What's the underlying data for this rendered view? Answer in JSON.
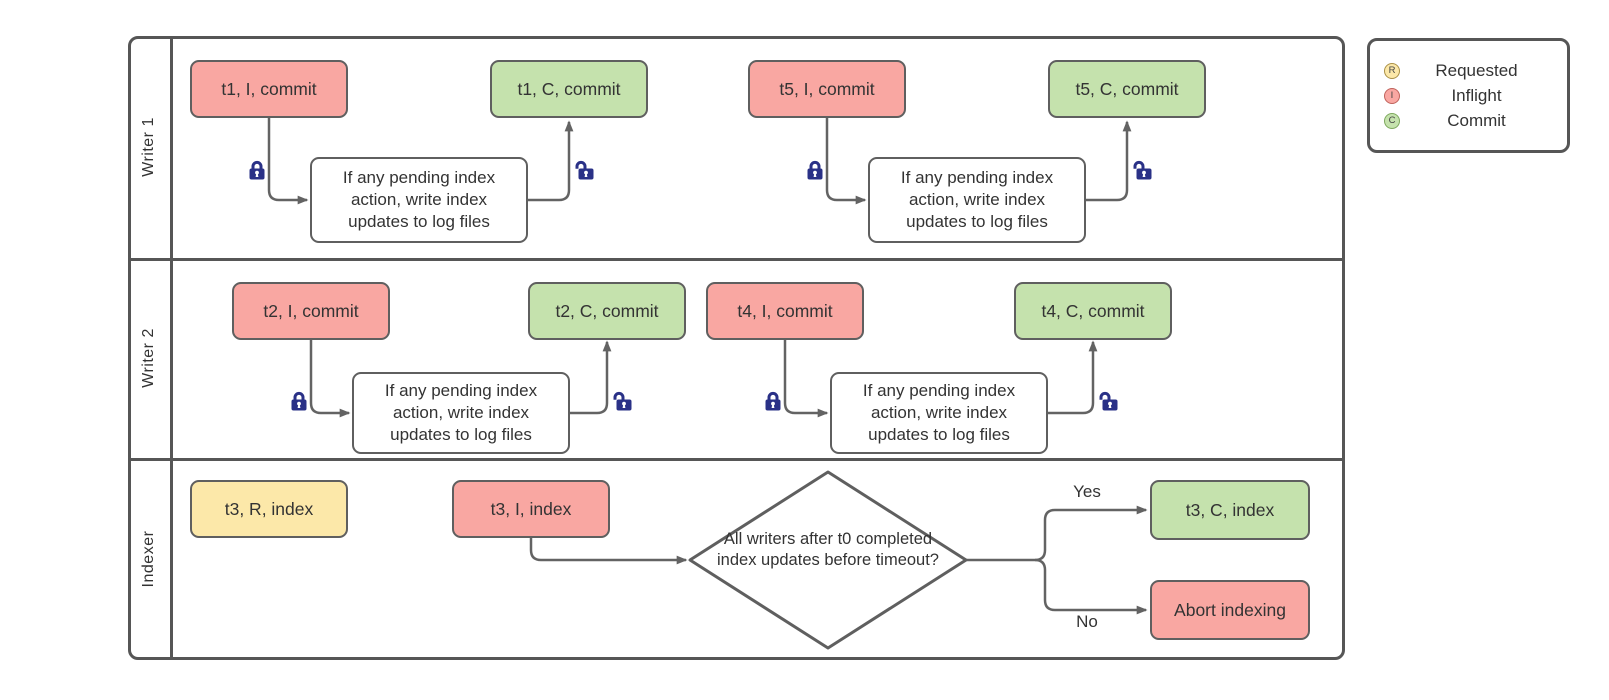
{
  "lanes": [
    {
      "label": "Writer 1"
    },
    {
      "label": "Writer 2"
    },
    {
      "label": "Indexer"
    }
  ],
  "nodes": {
    "t1_inflight": "t1, I, commit",
    "t1_commit": "t1, C, commit",
    "t5_inflight": "t5, I, commit",
    "t5_commit": "t5, C, commit",
    "t2_inflight": "t2, I, commit",
    "t2_commit": "t2, C, commit",
    "t4_inflight": "t4, I, commit",
    "t4_commit": "t4, C, commit",
    "t3_requested": "t3, R, index",
    "t3_inflight": "t3, I, index",
    "t3_commit": "t3, C, index",
    "abort": "Abort indexing"
  },
  "process_label": "If any pending index action, write index updates to log files",
  "decision": {
    "question": "All writers after t0 completed index updates before timeout?",
    "yes_label": "Yes",
    "no_label": "No"
  },
  "legend": {
    "items": [
      {
        "symbol": "R",
        "label": "Requested",
        "color": "#fce8a9"
      },
      {
        "symbol": "I",
        "label": "Inflight",
        "color": "#f9a7a2"
      },
      {
        "symbol": "C",
        "label": "Commit",
        "color": "#c5e2ad"
      }
    ]
  },
  "colors": {
    "requested_fill": "#fce8a9",
    "inflight_fill": "#f9a7a2",
    "commit_fill": "#c5e2ad",
    "process_fill": "#ffffff",
    "shape_border": "#5f5f5f",
    "frame_border": "#565656",
    "connector": "#636363",
    "lock": "#2a3187"
  }
}
